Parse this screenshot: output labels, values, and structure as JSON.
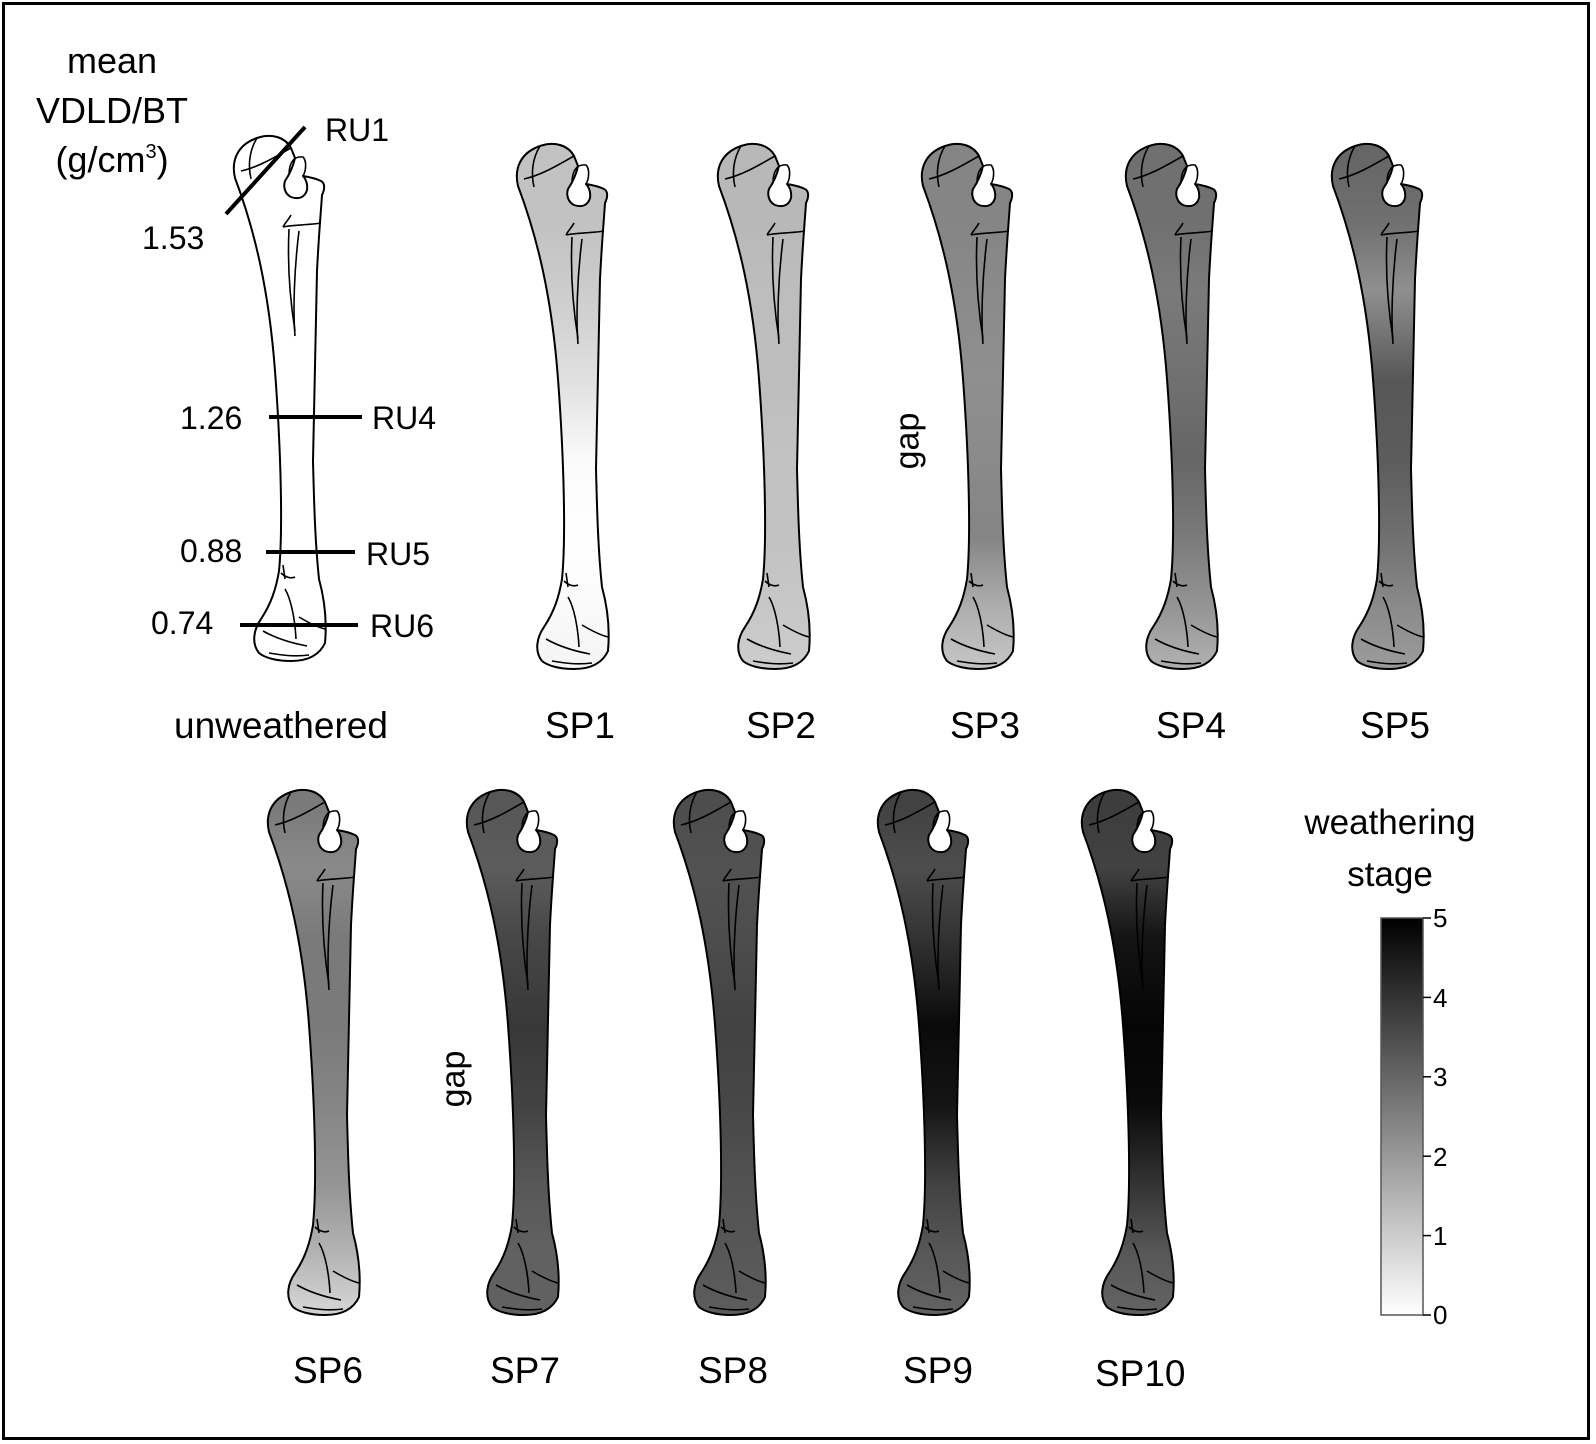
{
  "header": {
    "line1": "mean",
    "line2": "VDLD/BT",
    "line3": "(g/cm",
    "line3_sup": "3",
    "line3_end": ")"
  },
  "regions": [
    {
      "id": "RU1",
      "label": "RU1",
      "value": "1.53"
    },
    {
      "id": "RU4",
      "label": "RU4",
      "value": "1.26"
    },
    {
      "id": "RU5",
      "label": "RU5",
      "value": "0.88"
    },
    {
      "id": "RU6",
      "label": "RU6",
      "value": "0.74"
    }
  ],
  "bones": [
    {
      "label": "unweathered",
      "stage": 0,
      "stages": [
        0,
        0,
        0,
        0,
        0,
        0,
        0,
        0
      ]
    },
    {
      "label": "SP1",
      "stage": 1,
      "stages": [
        1.2,
        1.2,
        1.0,
        0.6,
        0.1,
        0.0,
        0.1,
        0.2
      ]
    },
    {
      "label": "SP2",
      "stage": 1,
      "stages": [
        1.4,
        1.4,
        1.3,
        1.3,
        1.2,
        1.2,
        1.1,
        1.0
      ]
    },
    {
      "label": "SP3",
      "stage": 2,
      "stages": [
        2.4,
        2.4,
        2.3,
        2.2,
        2.3,
        2.4,
        1.6,
        1.2
      ]
    },
    {
      "label": "SP4",
      "stage": 3,
      "stages": [
        2.8,
        2.8,
        2.6,
        2.8,
        3.0,
        2.6,
        2.1,
        1.6
      ]
    },
    {
      "label": "SP5",
      "stage": 3,
      "stages": [
        3.0,
        2.8,
        2.2,
        3.3,
        3.2,
        2.8,
        2.3,
        2.0
      ]
    },
    {
      "label": "SP6",
      "stage": 2,
      "stages": [
        2.6,
        2.3,
        2.6,
        2.6,
        2.4,
        2.1,
        1.5,
        0.9
      ]
    },
    {
      "label": "SP7",
      "stage": 3,
      "stages": [
        3.3,
        3.2,
        3.6,
        3.9,
        3.7,
        3.3,
        3.1,
        3.1
      ]
    },
    {
      "label": "SP8",
      "stage": 3,
      "stages": [
        3.5,
        3.4,
        3.5,
        3.7,
        3.6,
        3.4,
        3.3,
        3.2
      ]
    },
    {
      "label": "SP9",
      "stage": 4,
      "stages": [
        3.7,
        3.5,
        4.0,
        4.8,
        4.6,
        3.7,
        3.3,
        3.1
      ]
    },
    {
      "label": "SP10",
      "stage": 5,
      "stages": [
        3.8,
        3.7,
        4.6,
        4.9,
        4.8,
        4.0,
        3.3,
        3.1
      ]
    }
  ],
  "gap_label": "gap",
  "legend": {
    "title_line1": "weathering",
    "title_line2": "stage",
    "ticks": [
      "0",
      "1",
      "2",
      "3",
      "4",
      "5"
    ],
    "min": 0,
    "max": 5,
    "color_low": "#ffffff",
    "color_high": "#000000"
  }
}
